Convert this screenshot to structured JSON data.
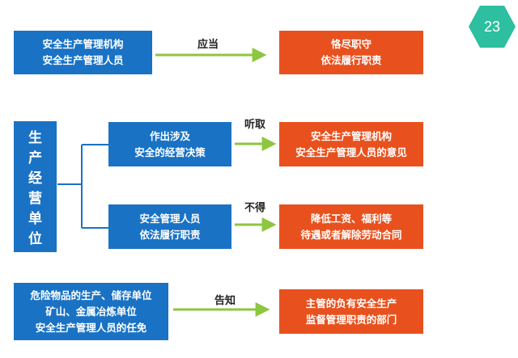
{
  "page_number": "23",
  "rows": {
    "r1": {
      "left": [
        "安全生产管理机构",
        "安全生产管理人员"
      ],
      "verb": "应当",
      "right": [
        "恪尽职守",
        "依法履行职责"
      ]
    },
    "r2": {
      "side": [
        "生",
        "产",
        "经",
        "营",
        "单",
        "位"
      ],
      "a_left": [
        "作出涉及",
        "安全的经营决策"
      ],
      "a_verb": "听取",
      "a_right": [
        "安全生产管理机构",
        "安全生产管理人员的意见"
      ],
      "b_left": [
        "安全管理人员",
        "依法履行职责"
      ],
      "b_verb": "不得",
      "b_right": [
        "降低工资、福利等",
        "待遇或者解除劳动合同"
      ]
    },
    "r3": {
      "left": [
        "危险物品的生产、储存单位",
        "矿山、金属冶炼单位",
        "安全生产管理人员的任免"
      ],
      "verb": "告知",
      "right": [
        "主管的负有安全生产",
        "监督管理职责的部门"
      ]
    }
  },
  "colors": {
    "blue": "#1a72c4",
    "orange": "#e8511e",
    "arrow": "#8dc63f",
    "hex": "#2dbf9f",
    "line": "#1a72c4"
  }
}
